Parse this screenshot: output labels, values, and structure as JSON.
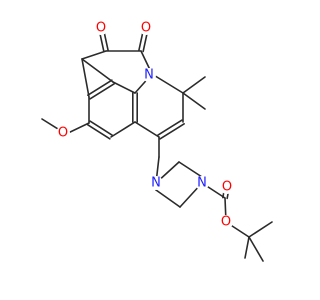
{
  "molecule": {
    "colors": {
      "bond": "#2b2b2b",
      "oxygen": "#ff0000",
      "nitrogen": "#2020ff",
      "background": "#ffffff"
    },
    "atom_labels": [
      {
        "id": "o_ketone_1",
        "text": "O",
        "element": "oxygen"
      },
      {
        "id": "o_ketone_2",
        "text": "O",
        "element": "oxygen"
      },
      {
        "id": "n_ring",
        "text": "N",
        "element": "nitrogen"
      },
      {
        "id": "o_methoxy",
        "text": "O",
        "element": "oxygen"
      },
      {
        "id": "n_piperazine_top",
        "text": "N",
        "element": "nitrogen"
      },
      {
        "id": "n_piperazine_bottom",
        "text": "N",
        "element": "nitrogen"
      },
      {
        "id": "o_carbonyl",
        "text": "O",
        "element": "oxygen"
      },
      {
        "id": "o_ester",
        "text": "O",
        "element": "oxygen"
      }
    ]
  }
}
